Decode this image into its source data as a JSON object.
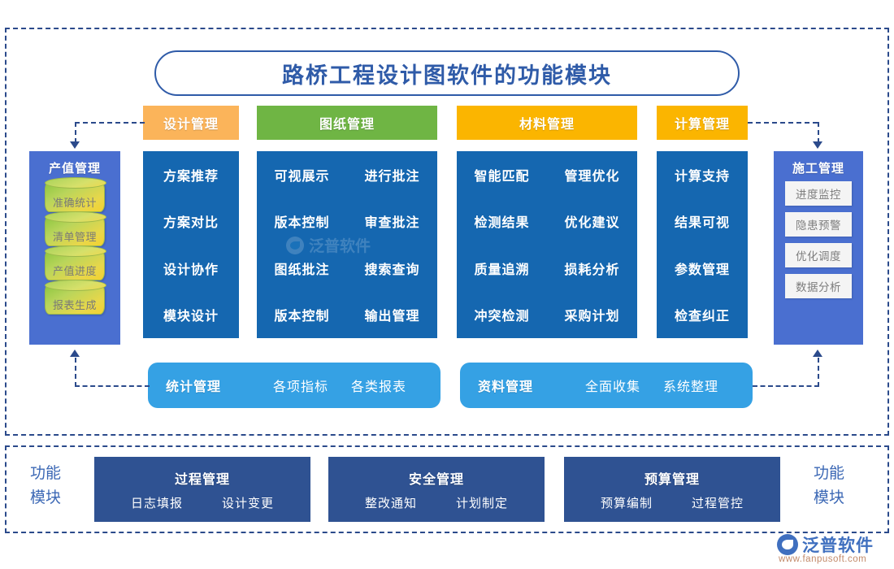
{
  "title": "路桥工程设计图软件的功能模块",
  "frame_labels": {
    "left": "功能\n模块",
    "left_line1": "功能",
    "left_line2": "模块",
    "right_line1": "功能",
    "right_line2": "模块"
  },
  "colors": {
    "frame_border": "#2B4A8B",
    "title_border": "#2F5BA8",
    "title_text": "#2F5BA8",
    "column_blue": "#1567B0",
    "panel_periwinkle": "#4A6FD0",
    "header_orange": "#FBB45A",
    "header_green": "#6FB544",
    "header_amber": "#FBB500",
    "light_blue_bar": "#35A1E4",
    "dark_blue_block": "#2F5292",
    "cylinder_gradient_start": "#8CC63F",
    "cylinder_gradient_end": "#F3D12F",
    "chip_bg": "#F4F4F4",
    "chip_text": "#7D7D7D",
    "logo_blue": "#3F6FBF",
    "logo_url_color": "#C28A6A"
  },
  "categories": [
    {
      "id": "design",
      "header": "设计管理",
      "header_color": "orange",
      "rows": [
        [
          "方案推荐"
        ],
        [
          "方案对比"
        ],
        [
          "设计协作"
        ],
        [
          "模块设计"
        ]
      ]
    },
    {
      "id": "drawing",
      "header": "图纸管理",
      "header_color": "green",
      "rows": [
        [
          "可视展示",
          "进行批注"
        ],
        [
          "版本控制",
          "审查批注"
        ],
        [
          "图纸批注",
          "搜索查询"
        ],
        [
          "版本控制",
          "输出管理"
        ]
      ]
    },
    {
      "id": "material",
      "header": "材料管理",
      "header_color": "amber",
      "rows": [
        [
          "智能匹配",
          "管理优化"
        ],
        [
          "检测结果",
          "优化建议"
        ],
        [
          "质量追溯",
          "损耗分析"
        ],
        [
          "冲突检测",
          "采购计划"
        ]
      ]
    },
    {
      "id": "calc",
      "header": "计算管理",
      "header_color": "amber",
      "rows": [
        [
          "计算支持"
        ],
        [
          "结果可视"
        ],
        [
          "参数管理"
        ],
        [
          "检查纠正"
        ]
      ]
    }
  ],
  "output_panel": {
    "title": "产值管理",
    "items": [
      "准确统计",
      "清单管理",
      "产值进度",
      "报表生成"
    ]
  },
  "construction_panel": {
    "title": "施工管理",
    "items": [
      "进度监控",
      "隐患预警",
      "优化调度",
      "数据分析"
    ]
  },
  "light_bars": [
    {
      "id": "stats",
      "title": "统计管理",
      "items": [
        "各项指标",
        "各类报表"
      ]
    },
    {
      "id": "docs",
      "title": "资料管理",
      "items": [
        "全面收集",
        "系统整理"
      ]
    }
  ],
  "bottom_blocks": [
    {
      "id": "process",
      "title": "过程管理",
      "items": [
        "日志填报",
        "设计变更"
      ]
    },
    {
      "id": "safety",
      "title": "安全管理",
      "items": [
        "整改通知",
        "计划制定"
      ]
    },
    {
      "id": "budget",
      "title": "预算管理",
      "items": [
        "预算编制",
        "过程管控"
      ]
    }
  ],
  "watermark": {
    "text": "泛普软件"
  },
  "logo": {
    "text": "泛普软件",
    "url": "www.fanpusoft.com"
  }
}
